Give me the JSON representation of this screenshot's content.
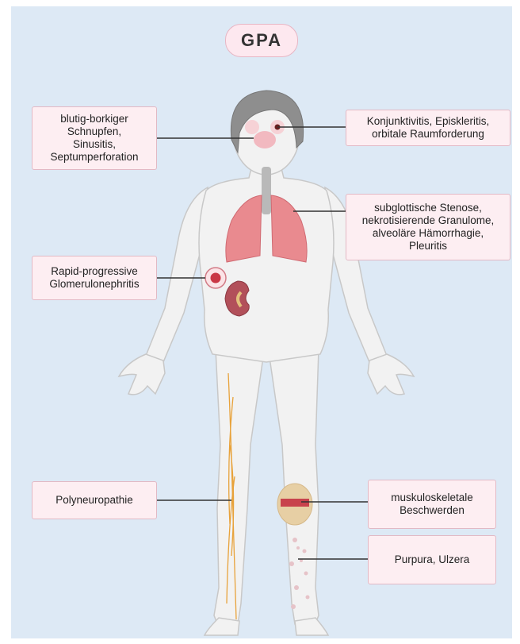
{
  "title": "GPA",
  "labels": {
    "nose": "blutig-borkiger\nSchnupfen,\nSinusitis,\nSeptumperforation",
    "eye": "Konjunktivitis, Episkleritis,\norbitale Raumforderung",
    "lung": "subglottische Stenose,\nnekrotisierende Granulome,\nalveoläre Hämorrhagie,\nPleuritis",
    "kidney": "Rapid-progressive\nGlomerulonephritis",
    "nerve": "Polyneuropathie",
    "joint": "muskuloskeletale\nBeschwerden",
    "skin": "Purpura, Ulzera"
  },
  "colors": {
    "background": "#dde9f5",
    "label_fill": "#fdeef2",
    "label_border": "#e2b9c5",
    "body": "#f2f2f2",
    "hair": "#8e8e8e",
    "lung": "#e98a8f",
    "kidney": "#b2505a",
    "nerve": "#e8a23a",
    "joint": "#e7cfa4",
    "leader": "#333333"
  }
}
